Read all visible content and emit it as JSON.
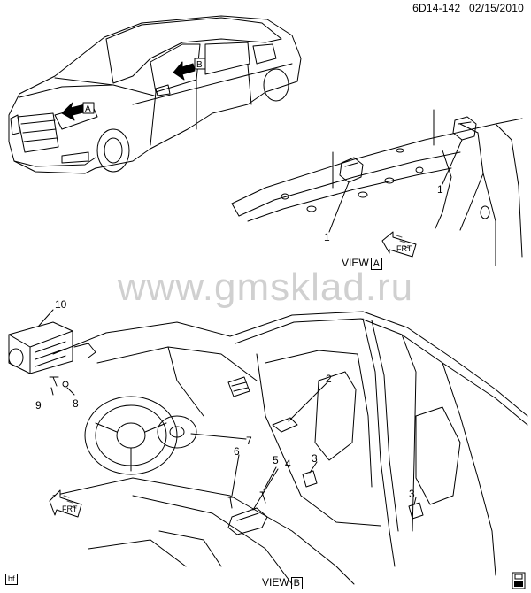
{
  "header": {
    "diagram_code": "6D14-142",
    "date": "02/15/2010"
  },
  "watermark": "www.gmsklad.ru",
  "views": {
    "a": {
      "prefix": "VIEW",
      "letter": "A"
    },
    "b": {
      "prefix": "VIEW",
      "letter": "B"
    }
  },
  "car_view_markers": {
    "a": "A",
    "b": "B"
  },
  "callouts": {
    "c1a": "1",
    "c1b": "1",
    "c2": "2",
    "c3a": "3",
    "c3b": "3",
    "c4": "4",
    "c5": "5",
    "c6": "6",
    "c7": "7",
    "c8": "8",
    "c9": "9",
    "c10": "10"
  },
  "front_arrows": {
    "top": "FRT",
    "bottom": "FRT"
  },
  "footer": {
    "tag": "bf"
  },
  "colors": {
    "line": "#000000",
    "watermark": "#969696",
    "background": "#ffffff"
  }
}
